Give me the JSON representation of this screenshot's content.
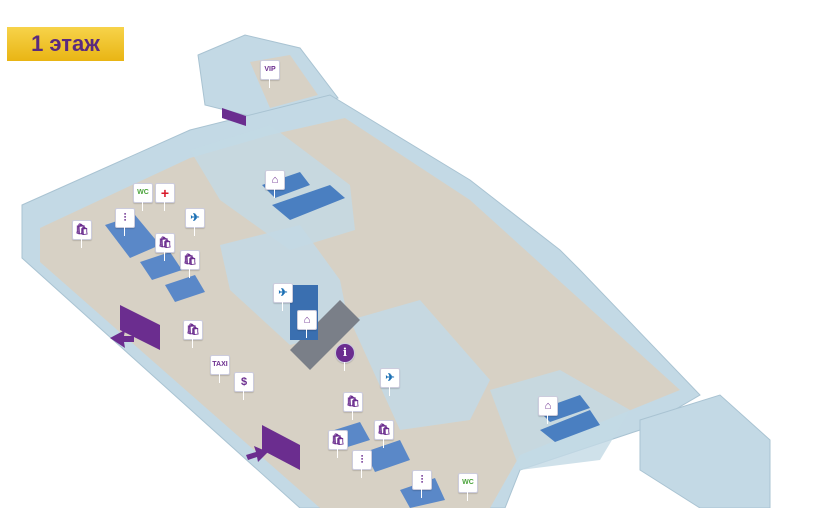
{
  "floor_label": "1 этаж",
  "colors": {
    "wall": "#c3d9e5",
    "floor": "#d7d1c5",
    "accent": "#6b2d8f",
    "counter": "#4a7fc1",
    "badge": "#f0c428"
  },
  "pins": {
    "vip": "VIP",
    "wc_1": "WC",
    "wc_2": "WC",
    "taxi": "TAXI",
    "currency": "$",
    "info": "i",
    "first_aid": "+",
    "baggage": "⌂",
    "shop": "🛍",
    "restaurant": "⫶",
    "departures": "✈",
    "arrivals": "✈"
  },
  "icons": [
    "vip-icon",
    "wc-icon",
    "first-aid-icon",
    "shopping-bag-icon",
    "restaurant-icon",
    "departures-icon",
    "arrivals-icon",
    "taxi-icon",
    "currency-exchange-icon",
    "info-icon",
    "baggage-icon",
    "elevator-icon",
    "pets-icon",
    "car-rental-icon",
    "entrance-arrow-icon",
    "exit-arrow-icon"
  ]
}
